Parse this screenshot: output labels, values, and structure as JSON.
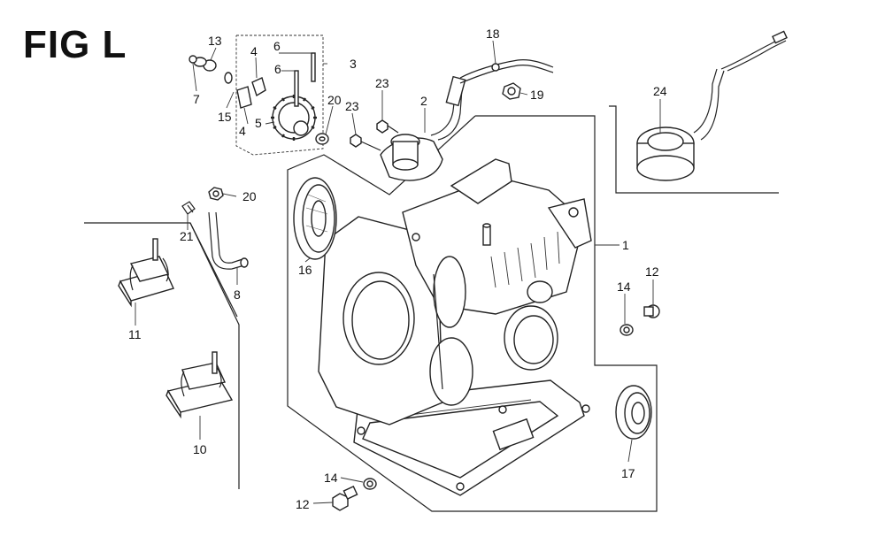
{
  "figure": {
    "title": "FIG L"
  },
  "callouts": [
    {
      "id": "c1",
      "text": "1"
    },
    {
      "id": "c2",
      "text": "2"
    },
    {
      "id": "c3",
      "text": "3"
    },
    {
      "id": "c4a",
      "text": "4"
    },
    {
      "id": "c4b",
      "text": "4"
    },
    {
      "id": "c5",
      "text": "5"
    },
    {
      "id": "c6a",
      "text": "6"
    },
    {
      "id": "c6b",
      "text": "6"
    },
    {
      "id": "c7",
      "text": "7"
    },
    {
      "id": "c8",
      "text": "8"
    },
    {
      "id": "c10",
      "text": "10"
    },
    {
      "id": "c11",
      "text": "11"
    },
    {
      "id": "c12a",
      "text": "12"
    },
    {
      "id": "c12b",
      "text": "12"
    },
    {
      "id": "c13",
      "text": "13"
    },
    {
      "id": "c14a",
      "text": "14"
    },
    {
      "id": "c14b",
      "text": "14"
    },
    {
      "id": "c15",
      "text": "15"
    },
    {
      "id": "c16",
      "text": "16"
    },
    {
      "id": "c17",
      "text": "17"
    },
    {
      "id": "c18",
      "text": "18"
    },
    {
      "id": "c19",
      "text": "19"
    },
    {
      "id": "c20a",
      "text": "20"
    },
    {
      "id": "c20b",
      "text": "20"
    },
    {
      "id": "c21",
      "text": "21"
    },
    {
      "id": "c23a",
      "text": "23"
    },
    {
      "id": "c23b",
      "text": "23"
    },
    {
      "id": "c24",
      "text": "24"
    }
  ]
}
